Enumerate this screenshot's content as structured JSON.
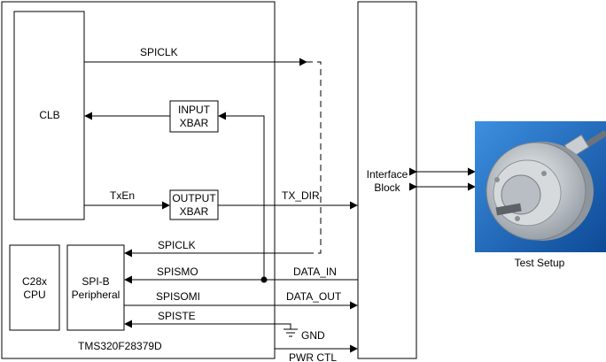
{
  "blocks": {
    "chip": "TMS320F28379D",
    "clb": "CLB",
    "input_xbar": [
      "INPUT",
      "XBAR"
    ],
    "output_xbar": [
      "OUTPUT",
      "XBAR"
    ],
    "cpu": [
      "C28x",
      "CPU"
    ],
    "spi": [
      "SPI-B",
      "Peripheral"
    ],
    "interface": [
      "Interface",
      "Block"
    ],
    "test_setup": "Test Setup"
  },
  "signals": {
    "spiclk_top": "SPICLK",
    "txen": "TxEn",
    "tx_dir": "TX_DIR",
    "spiclk_bottom": "SPICLK",
    "spismo": "SPISMO",
    "data_in": "DATA_IN",
    "spisomi": "SPISOMI",
    "data_out": "DATA_OUT",
    "spiste": "SPISTE",
    "gnd": "GND",
    "pwr_ctl": "PWR CTL"
  },
  "colors": {
    "line": "#000000",
    "photo_bg": "#1f73c9",
    "photo_bg_dark": "#0d4a96",
    "encoder_body": "#c9ced3"
  }
}
